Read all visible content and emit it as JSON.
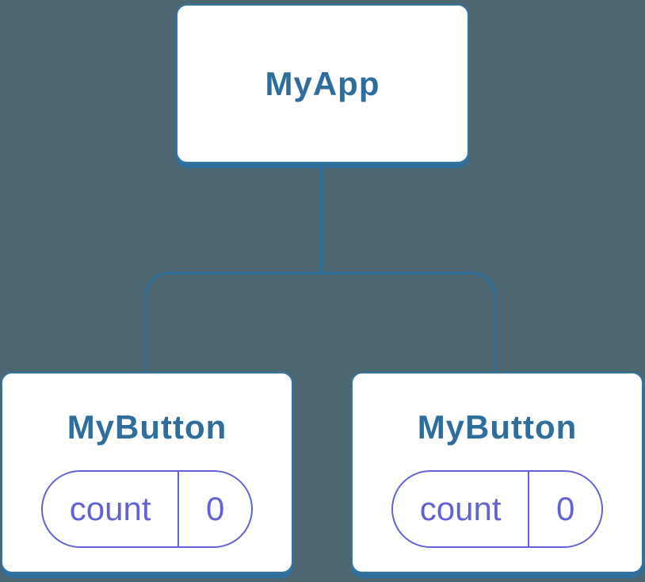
{
  "diagram": {
    "description": "React component tree: parent component holding two child button components, each showing a state pill",
    "root": {
      "label": "MyApp"
    },
    "children": [
      {
        "label": "MyButton",
        "state": {
          "key": "count",
          "value": "0"
        }
      },
      {
        "label": "MyButton",
        "state": {
          "key": "count",
          "value": "0"
        }
      }
    ]
  },
  "theme": {
    "bg": "#4C6772",
    "line": "#2E6F9E",
    "node-border": "#35749F",
    "title": "#2F6E9C",
    "accent": "#6262D3",
    "node-bg": "#FFFFFF"
  }
}
